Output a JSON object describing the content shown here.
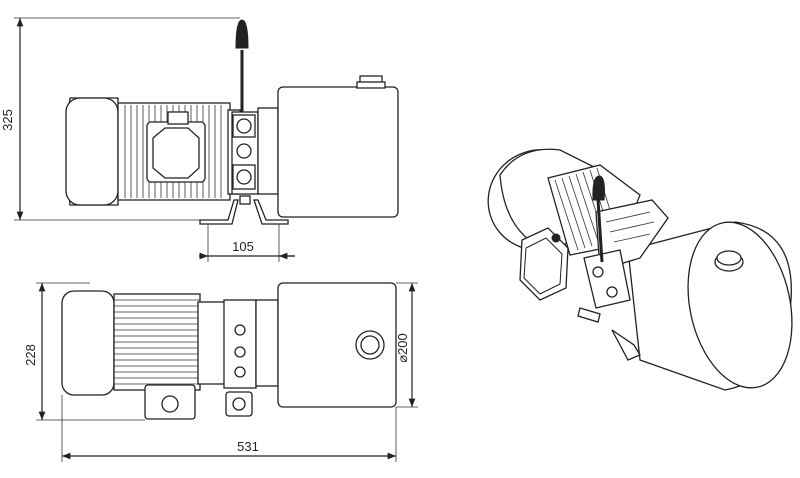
{
  "dimensions": {
    "height_side": "325",
    "foot_spacing": "105",
    "height_top": "228",
    "tank_diameter": "⌀200",
    "overall_length": "531"
  },
  "colors": {
    "line": "#222222",
    "background": "#ffffff"
  }
}
